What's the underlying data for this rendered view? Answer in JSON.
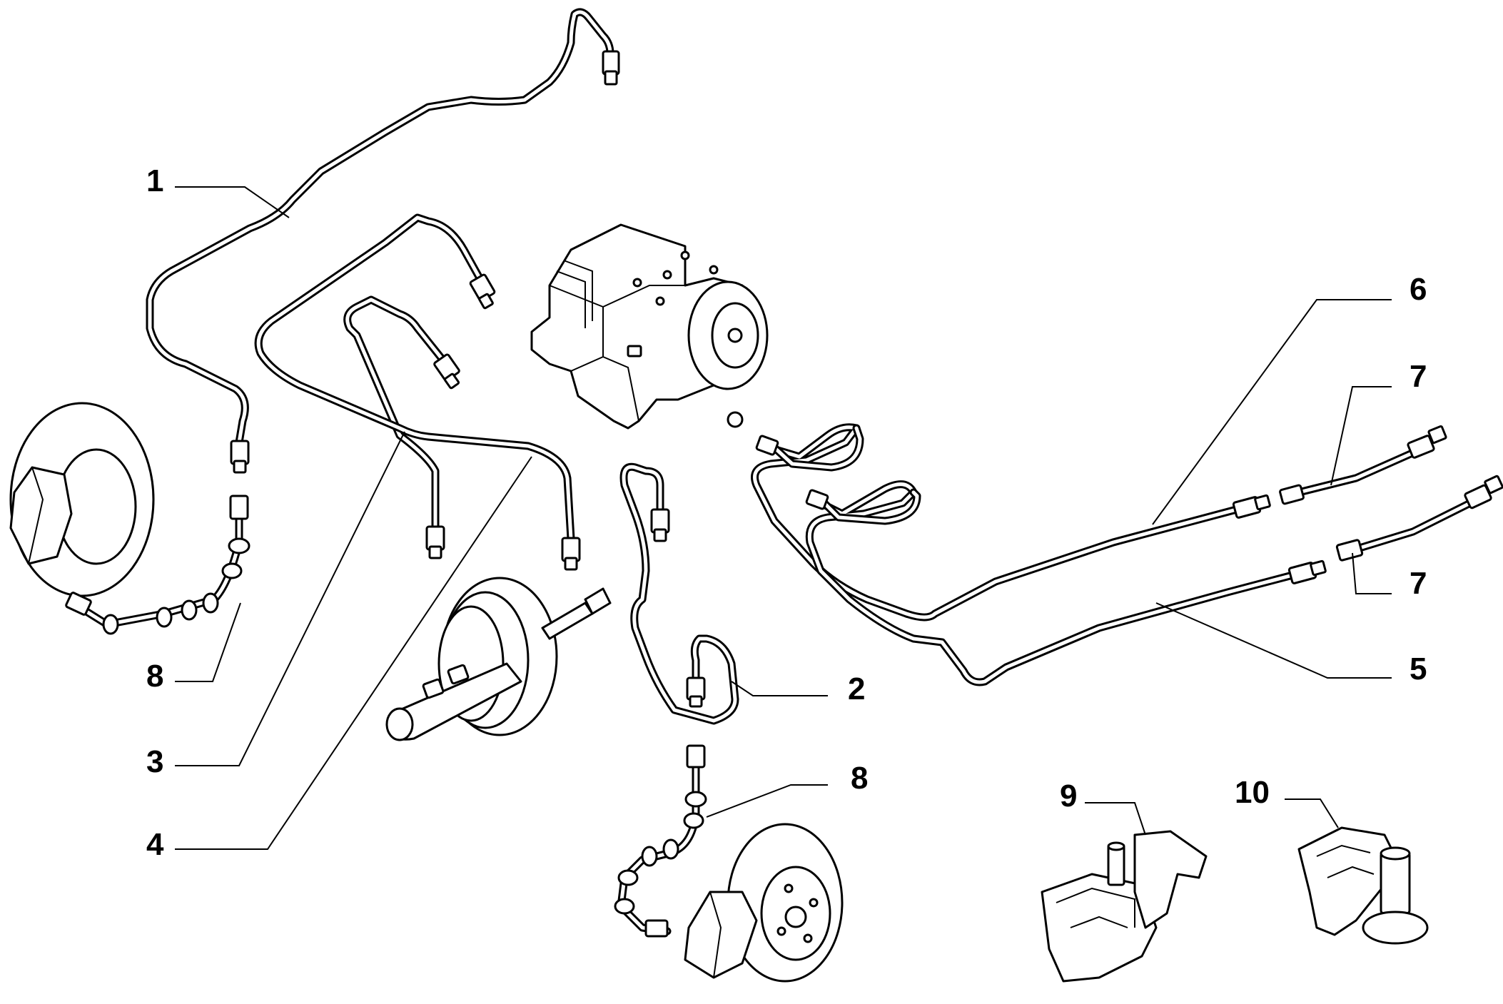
{
  "diagram": {
    "callouts": [
      {
        "id": "label-1",
        "text": "1"
      },
      {
        "id": "label-2",
        "text": "2"
      },
      {
        "id": "label-3",
        "text": "3"
      },
      {
        "id": "label-4",
        "text": "4"
      },
      {
        "id": "label-5",
        "text": "5"
      },
      {
        "id": "label-6",
        "text": "6"
      },
      {
        "id": "label-7a",
        "text": "7"
      },
      {
        "id": "label-7b",
        "text": "7"
      },
      {
        "id": "label-8a",
        "text": "8"
      },
      {
        "id": "label-8b",
        "text": "8"
      },
      {
        "id": "label-9",
        "text": "9"
      },
      {
        "id": "label-10",
        "text": "10"
      }
    ]
  }
}
